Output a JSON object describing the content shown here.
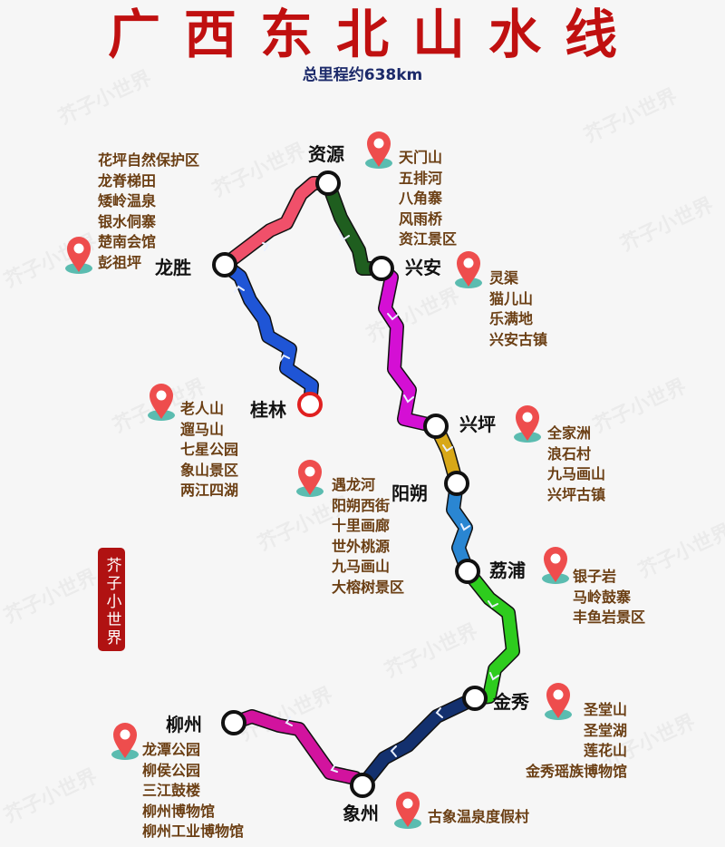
{
  "header": {
    "title": "广西东北山水线",
    "subtitle": "总里程约638km"
  },
  "watermark_text": "芥子小世界",
  "seal_text": "芥子小世界",
  "colors": {
    "title": "#c01010",
    "subtitle": "#1c2a6a",
    "spot_text": "#6b3f14",
    "pin_red": "#ee4d4d",
    "pin_base": "#5bbcb0",
    "start_station_ring": "#e02020"
  },
  "stations": [
    {
      "id": "guilin",
      "name": "桂林",
      "start": true
    },
    {
      "id": "longsheng",
      "name": "龙胜"
    },
    {
      "id": "ziyuan",
      "name": "资源"
    },
    {
      "id": "xingan",
      "name": "兴安"
    },
    {
      "id": "xingping",
      "name": "兴坪"
    },
    {
      "id": "yangshuo",
      "name": "阳朔"
    },
    {
      "id": "lipu",
      "name": "荔浦"
    },
    {
      "id": "jinxiu",
      "name": "金秀"
    },
    {
      "id": "xiangzhou",
      "name": "象州"
    },
    {
      "id": "liuzhou",
      "name": "柳州"
    }
  ],
  "segments": [
    {
      "from": "桂林",
      "to": "龙胜",
      "color": "#1f55d6"
    },
    {
      "from": "龙胜",
      "to": "资源",
      "color": "#f0506a"
    },
    {
      "from": "资源",
      "to": "兴安",
      "color": "#1f5e1f"
    },
    {
      "from": "兴安",
      "to": "兴坪",
      "color": "#d40fd4"
    },
    {
      "from": "兴坪",
      "to": "阳朔",
      "color": "#d8a818"
    },
    {
      "from": "阳朔",
      "to": "荔浦",
      "color": "#2a86d2"
    },
    {
      "from": "荔浦",
      "to": "金秀",
      "color": "#2ecc1e"
    },
    {
      "from": "金秀",
      "to": "象州",
      "color": "#13306e"
    },
    {
      "from": "象州",
      "to": "柳州",
      "color": "#d2139e"
    }
  ],
  "attractions": {
    "longsheng": [
      "花坪自然保护区",
      "龙脊梯田",
      "矮岭温泉",
      "银水侗寨",
      "楚南会馆",
      "彭祖坪"
    ],
    "ziyuan": [
      "天门山",
      "五排河",
      "八角寨",
      "风雨桥",
      "资江景区"
    ],
    "xingan": [
      "灵渠",
      "猫儿山",
      "乐满地",
      "兴安古镇"
    ],
    "guilin": [
      "老人山",
      "遛马山",
      "七星公园",
      "象山景区",
      "两江四湖"
    ],
    "yangshuo": [
      "遇龙河",
      "阳朔西街",
      "十里画廊",
      "世外桃源",
      "九马画山",
      "大榕树景区"
    ],
    "xingping": [
      "全家洲",
      "浪石村",
      "九马画山",
      "兴坪古镇"
    ],
    "lipu": [
      "银子岩",
      "马岭鼓寨",
      "丰鱼岩景区"
    ],
    "jinxiu": [
      "圣堂山",
      "圣堂湖",
      "莲花山",
      "金秀瑶族博物馆"
    ],
    "liuzhou": [
      "龙潭公园",
      "柳侯公园",
      "三江鼓楼",
      "柳州博物馆",
      "柳州工业博物馆"
    ],
    "xiangzhou": [
      "古象温泉度假村"
    ]
  }
}
